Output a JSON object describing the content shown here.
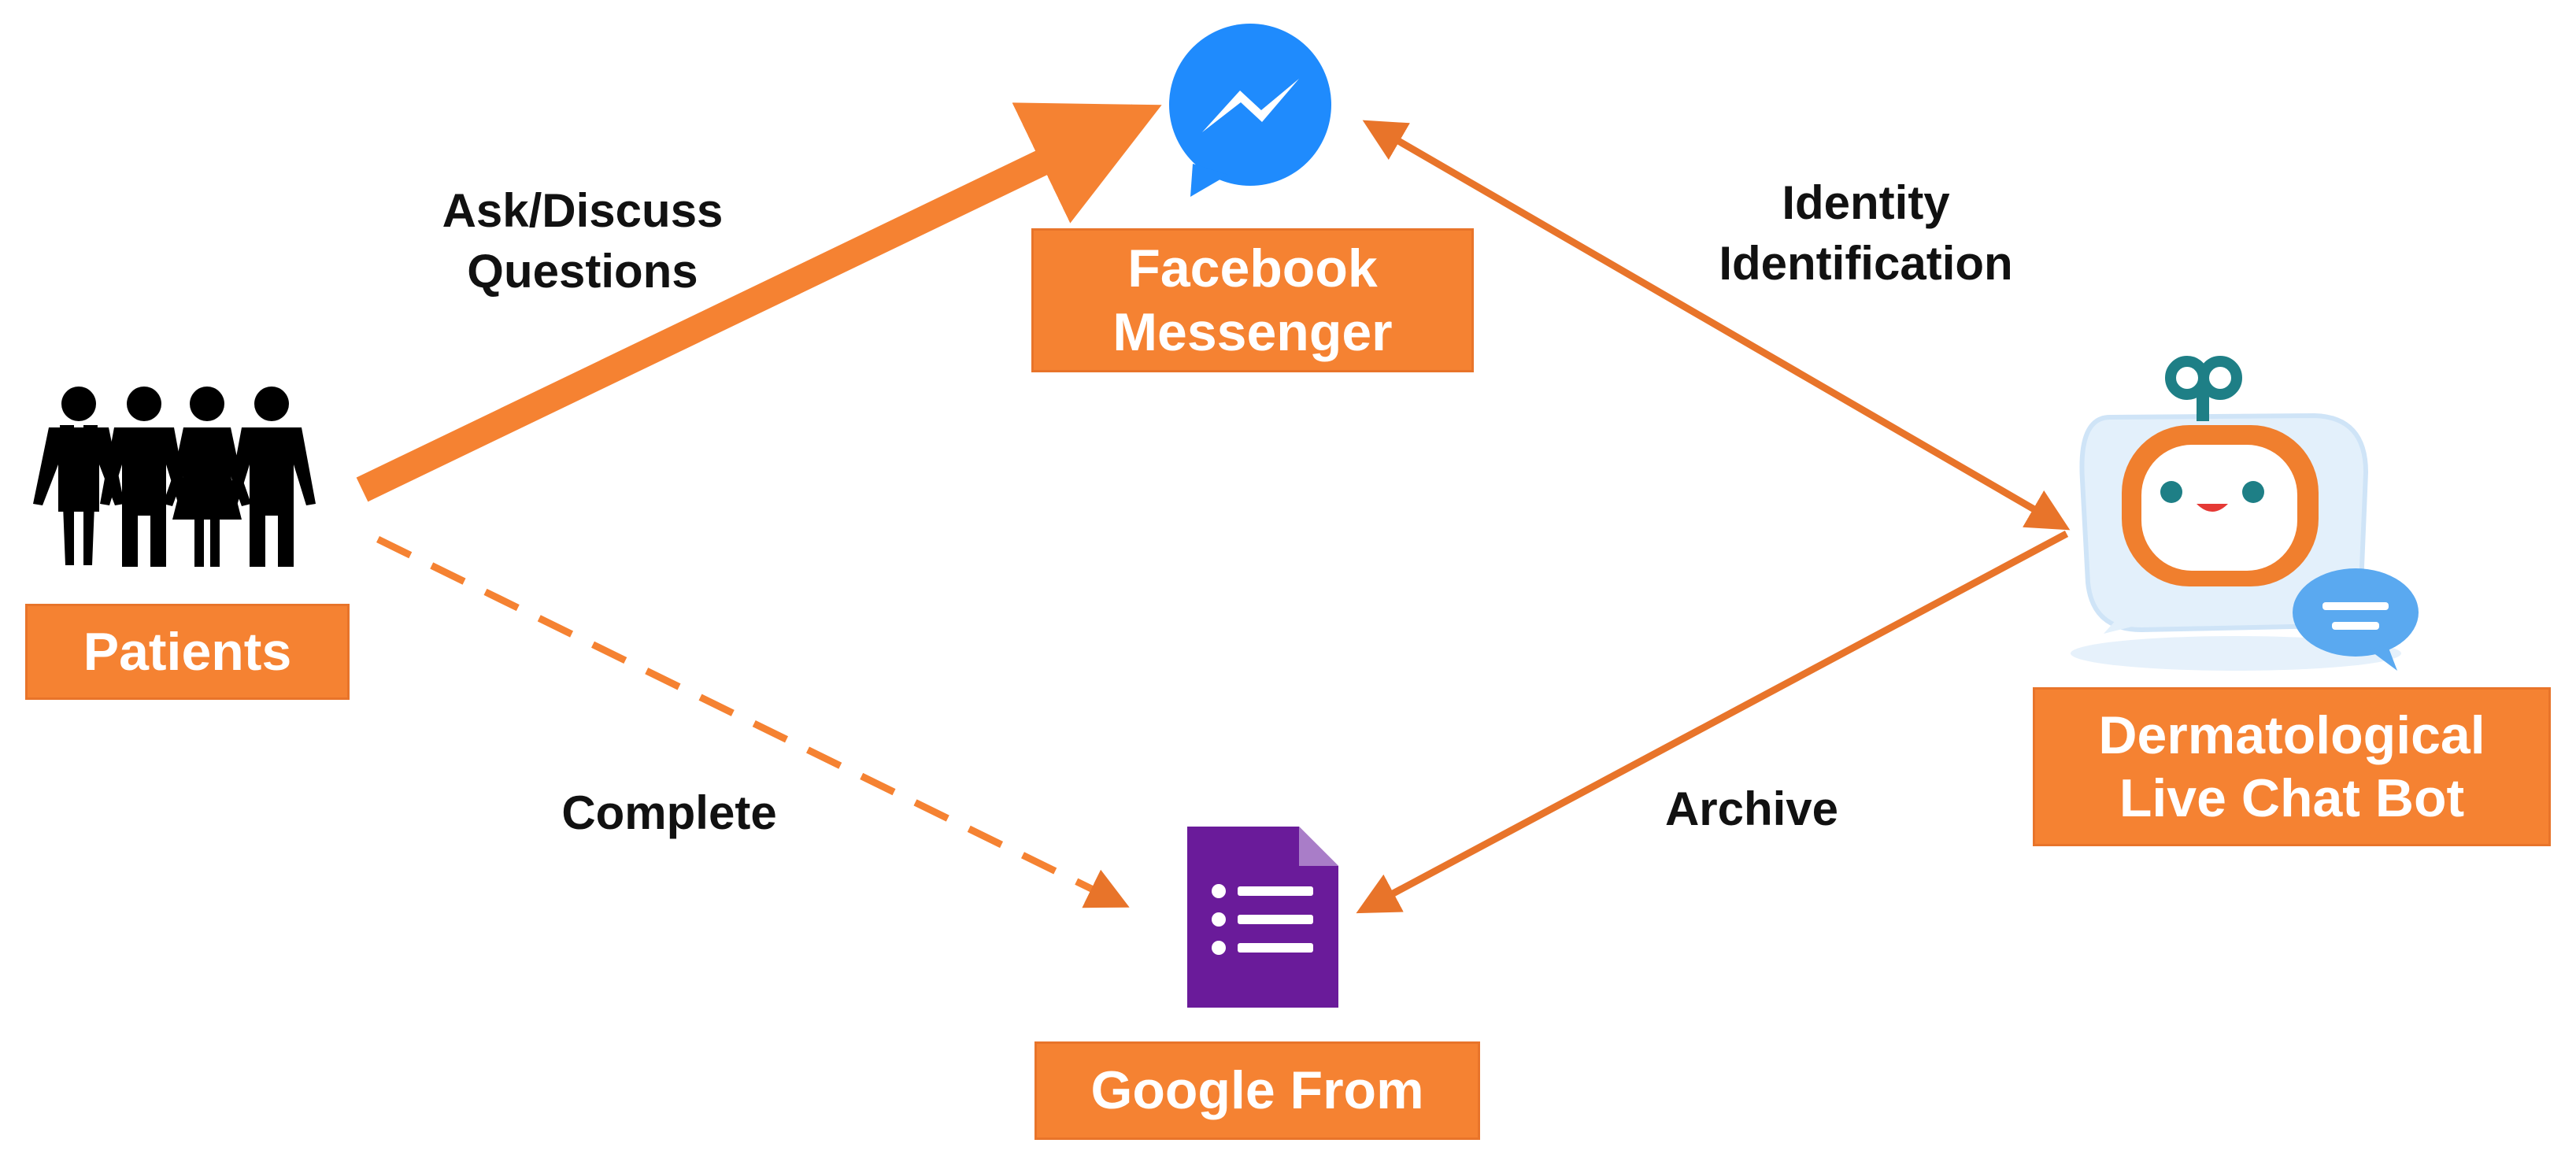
{
  "nodes": {
    "patients": {
      "label": "Patients",
      "icon": "people-group-icon"
    },
    "messenger": {
      "line1": "Facebook",
      "line2": "Messenger",
      "icon": "facebook-messenger-icon"
    },
    "chatbot": {
      "line1": "Dermatological",
      "line2": "Live Chat Bot",
      "icon": "robot-chat-icon"
    },
    "form": {
      "label": "Google From",
      "icon": "google-forms-icon"
    }
  },
  "edges": {
    "ask": {
      "line1": "Ask/Discuss",
      "line2": "Questions"
    },
    "identity": {
      "line1": "Identity",
      "line2": "Identification"
    },
    "complete": {
      "label": "Complete"
    },
    "archive": {
      "label": "Archive"
    }
  },
  "colors": {
    "accent": "#f58232",
    "messenger_blue": "#1f8bfd",
    "forms_purple": "#6a1b9a",
    "robot_teal": "#1e7f86"
  }
}
